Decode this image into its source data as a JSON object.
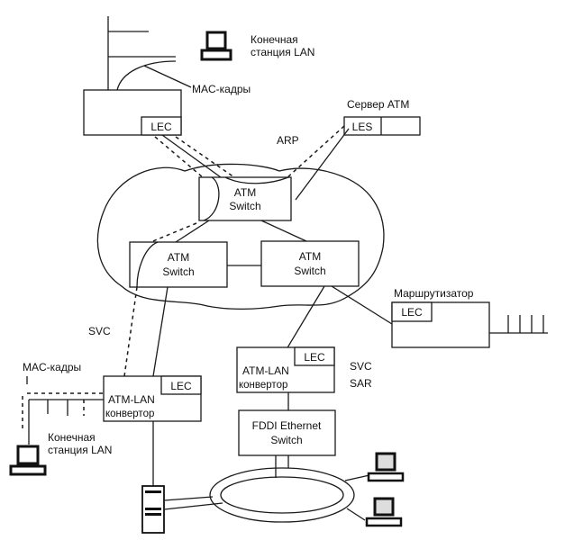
{
  "diagram": {
    "title": "",
    "nodes": {
      "top_lan_station": {
        "label_line1": "Конечная",
        "label_line2": "станция LAN"
      },
      "top_mac_frames": {
        "label": "MAC-кадры"
      },
      "top_device_lec": {
        "label": "LEC"
      },
      "atm_server": {
        "title": "Сервер ATM",
        "les": "LES"
      },
      "arp": {
        "label": "ARP"
      },
      "switch_top": {
        "line1": "ATM",
        "line2": "Switch"
      },
      "switch_left": {
        "line1": "ATM",
        "line2": "Switch"
      },
      "switch_right": {
        "line1": "ATM",
        "line2": "Switch"
      },
      "router": {
        "title": "Маршрутизатор",
        "lec": "LEC"
      },
      "svc_left": {
        "label": "SVC"
      },
      "left_mac_frames": {
        "label": "MAC-кадры"
      },
      "left_converter": {
        "lec": "LEC",
        "line1": "ATM-LAN",
        "line2": "конвертор"
      },
      "left_lan_station": {
        "label_line1": "Конечная",
        "label_line2": "станция LAN"
      },
      "center_converter": {
        "lec": "LEC",
        "line1": "ATM-LAN",
        "line2": "конвертор"
      },
      "svc_right": {
        "label": "SVC"
      },
      "sar": {
        "label": "SAR"
      },
      "fddi_switch": {
        "line1": "FDDI  Ethernet",
        "line2": "Switch"
      }
    },
    "colors": {
      "ink": "#1a1a1a",
      "background": "#ffffff"
    }
  }
}
